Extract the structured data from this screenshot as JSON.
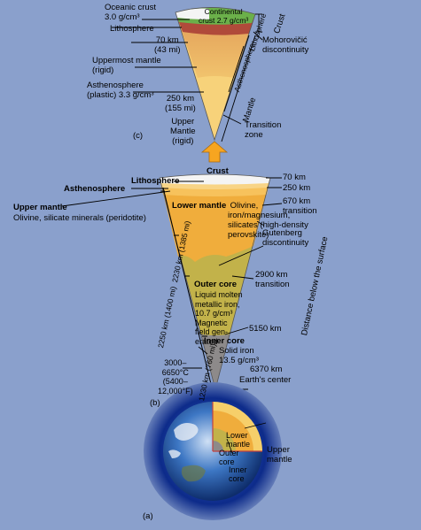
{
  "panels": {
    "a": "(a)",
    "b": "(b)",
    "c": "(c)"
  },
  "panel_c": {
    "oceanic_crust": "Oceanic crust\n3.0 g/cm³",
    "continental_crust": "Continental\ncrust 2.7 g/cm³",
    "lithosphere": "Lithosphere",
    "depth_70": "70 km\n(43 mi)",
    "uppermost_mantle": "Uppermost mantle\n(rigid)",
    "asthenosphere": "Asthenosphere\n(plastic) 3.3 g/cm³",
    "depth_250": "250 km\n(155 mi)",
    "upper_mantle": "Upper\nMantle\n(rigid)",
    "crust": "Crust",
    "moho": "Mohorovičić\ndiscontinuity",
    "lithosphere_vertical": "Lithosphere",
    "asthenosphere_vertical": "Asthenosphere",
    "mantle_vertical": "Mantle",
    "transition_zone": "Transition\nzone"
  },
  "panel_b": {
    "crust": "Crust",
    "lithosphere": "Lithosphere",
    "asthenosphere": "Asthenosphere",
    "upper_mantle_title": "Upper mantle",
    "upper_mantle_desc": "Olivine, silicate minerals (peridotite)",
    "depth_70": "70 km",
    "depth_250": "250 km",
    "transition_670": "670 km\ntransition",
    "lower_mantle_title": "Lower mantle",
    "lower_mantle_desc": " Olivine,\niron/magnesium,\nsilicates (high-density\nperovskite)",
    "gutenberg": "Gutenberg\ndiscontinuity",
    "transition_2900": "2900 km\ntransition",
    "outer_core_title": "Outer core",
    "outer_core_desc": "Liquid molten\nmetallic iron,\n10.7 g/cm³\nMagnetic\nfield gen-\nerated",
    "depth_5150": "5150 km",
    "inner_core_title": "Inner core",
    "inner_core_desc": "Solid iron\n13.5 g/cm³",
    "depth_6370": "6370 km",
    "earth_center": "Earth's center",
    "temperature": "3000–\n6650°C\n(5400–\n12,000°F)",
    "thick_lower_mantle": "2230 km (1385 mi)",
    "thick_outer_core": "2250 km (1400 mi)",
    "thick_inner_core": "1230 km (760 mi)",
    "distance_label": "Distance below the surface"
  },
  "panel_a": {
    "lower_mantle": "Lower\nmantle",
    "outer_core": "Outer\ncore",
    "inner_core": "Inner\ncore",
    "upper_mantle": "Upper\nmantle"
  },
  "colors": {
    "background": "#8aa0cc",
    "crust_green": "#6bb04a",
    "crust_white": "#f4f4f4",
    "uppermost_mantle": "#b04a3a",
    "asthenosphere": "#d98a4a",
    "upper_mantle_yellow": "#f6cf6a",
    "lower_mantle": "#f0ad3c",
    "outer_core": "#c2b24a",
    "inner_core": "#8d8a8a",
    "arrow": "#f7a520"
  }
}
